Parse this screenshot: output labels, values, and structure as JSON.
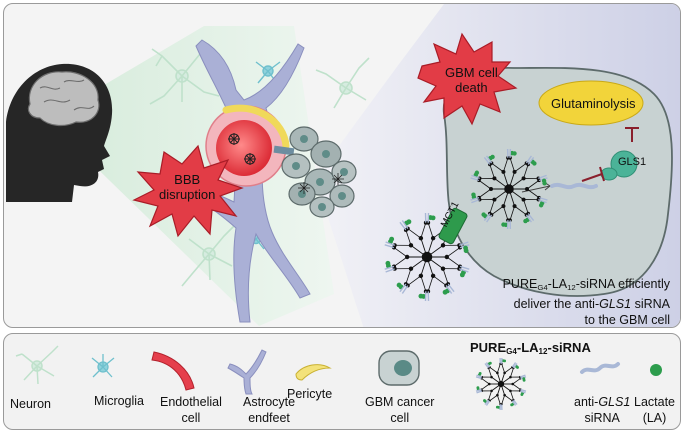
{
  "main": {
    "bbb": {
      "line1": "BBB",
      "line2": "disruption"
    },
    "death": {
      "line1": "GBM cell",
      "line2": "death"
    },
    "glutaminolysis": "Glutaminolysis",
    "gls1": "GLS1",
    "mct1": "MCT1",
    "delivery": {
      "pure": "PURE",
      "g4": "G4",
      "la": "-LA",
      "n12": "12",
      "sirna": "-siRNA efficiently",
      "line2_pre": "deliver the anti-",
      "line2_gene": "GLS1",
      "line2_post": " siRNA",
      "line3": "to the GBM cell"
    }
  },
  "legend": {
    "neuron": "Neuron",
    "microglia": "Microglia",
    "endothelial": {
      "line1": "Endothelial",
      "line2": "cell"
    },
    "astrocyte": {
      "line1": "Astrocyte",
      "line2": "endfeet"
    },
    "pericyte": "Pericyte",
    "gbm": {
      "line1": "GBM cancer",
      "line2": "cell"
    },
    "pure_title": {
      "pure": "PURE",
      "g4": "G4",
      "la": "-LA",
      "n12": "12",
      "sirna": "-siRNA"
    },
    "antigls1": {
      "pre": "anti-",
      "gene": "GLS1",
      "line2": "siRNA"
    },
    "lactate": {
      "line1": "Lactate",
      "line2": "(LA)"
    }
  },
  "colors": {
    "panel_bg": "#f4f4f4",
    "brain_bg": "#e8f3ea",
    "gbm_cell": "#c8d2d2",
    "gbm_border": "#5d6b6b",
    "gbm_nucleus": "#5a8a86",
    "burst": "#e23c46",
    "glutaminolysis": "#f2d43a",
    "gls1": "#4bb398",
    "mct1": "#2e9a4c",
    "astrocyte": "#aab0d6",
    "endothelial": "#e53f4c",
    "pericyte": "#f3e27a",
    "neuron": "#cfe7d8",
    "microglia": "#7ec8d3",
    "lactate": "#2d9d4d",
    "sirna": "#a9b8d6"
  },
  "icons": [
    "human-head-icon",
    "brain-icon",
    "neuron-icon",
    "microglia-icon",
    "endothelial-cell-icon",
    "astrocyte-endfeet-icon",
    "pericyte-icon",
    "gbm-cell-icon",
    "nanoparticle-icon",
    "sirna-icon",
    "lactate-icon",
    "inhibition-arrow-icon"
  ]
}
